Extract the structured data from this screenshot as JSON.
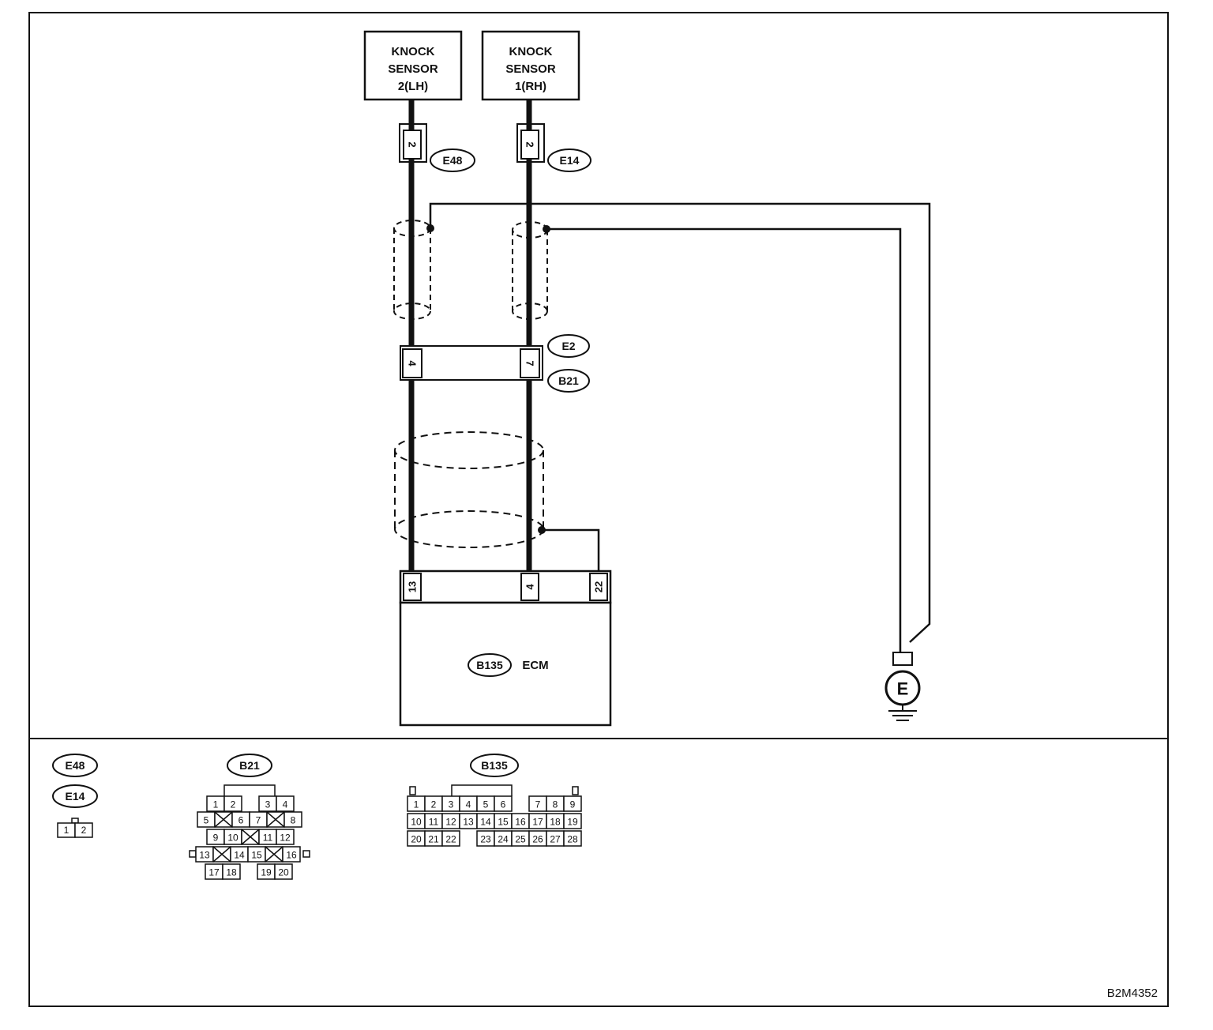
{
  "sensors": {
    "lh": {
      "line1": "KNOCK",
      "line2": "SENSOR",
      "line3": "2(LH)"
    },
    "rh": {
      "line1": "KNOCK",
      "line2": "SENSOR",
      "line3": "1(RH)"
    }
  },
  "connectors": {
    "e48": {
      "label": "E48",
      "pin": "2"
    },
    "e14": {
      "label": "E14",
      "pin": "2"
    },
    "e2": {
      "label": "E2"
    },
    "b21": {
      "label": "B21",
      "pin_lh": "4",
      "pin_rh": "7"
    },
    "ecm_pins": {
      "p13": "13",
      "p4": "4",
      "p22": "22"
    }
  },
  "ecm": {
    "connector": "B135",
    "label": "ECM"
  },
  "ground": {
    "symbol": "E"
  },
  "legend": {
    "e48": "E48",
    "e14": "E14",
    "two_pin": [
      "1",
      "2"
    ],
    "b21": {
      "label": "B21",
      "row1": [
        "1",
        "2",
        "3",
        "4"
      ],
      "row2": [
        "5",
        "6",
        "7",
        "8"
      ],
      "row3": [
        "9",
        "10",
        "11",
        "12"
      ],
      "row4": [
        "13",
        "14",
        "15",
        "16"
      ],
      "row5": [
        "17",
        "18",
        "19",
        "20"
      ]
    },
    "b135": {
      "label": "B135",
      "row1": [
        "1",
        "2",
        "3",
        "4",
        "5",
        "6",
        "7",
        "8",
        "9"
      ],
      "row2": [
        "10",
        "11",
        "12",
        "13",
        "14",
        "15",
        "16",
        "17",
        "18",
        "19"
      ],
      "row3": [
        "20",
        "21",
        "22",
        "23",
        "24",
        "25",
        "26",
        "27",
        "28"
      ]
    }
  },
  "figure_code": "B2M4352"
}
